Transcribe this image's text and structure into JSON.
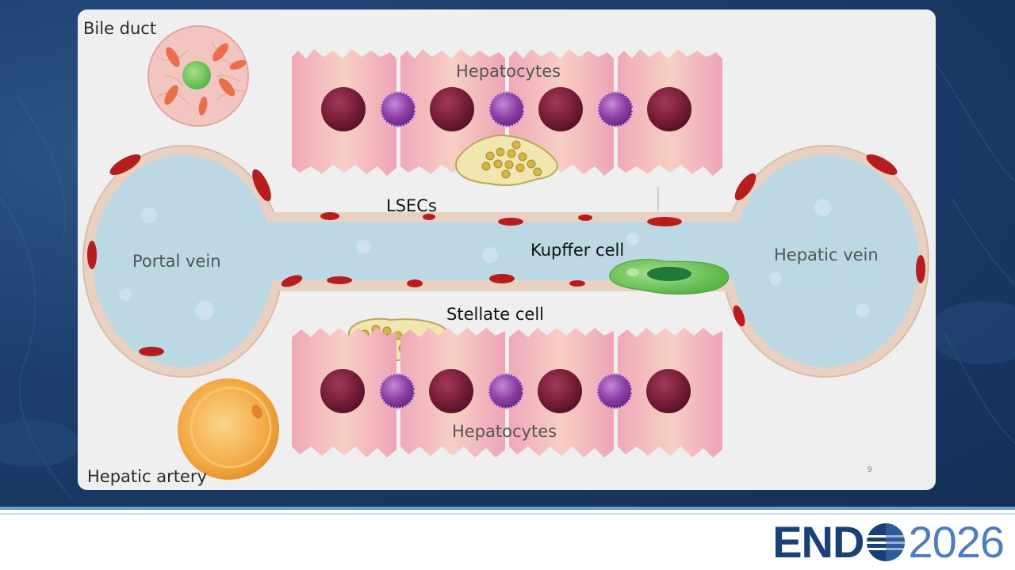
{
  "slide": {
    "labels": {
      "bile_duct": "Bile duct",
      "hepatocytes_top": "Hepatocytes",
      "lsecs": "LSECs",
      "portal_vein": "Portal vein",
      "kupffer_cell": "Kupffer cell",
      "hepatic_vein": "Hepatic vein",
      "stellate_cell": "Stellate cell",
      "hepatocytes_bottom": "Hepatocytes",
      "hepatic_artery": "Hepatic artery"
    },
    "page_number": "9"
  },
  "footer": {
    "logo_left": "END",
    "logo_right": "2026"
  },
  "colors": {
    "background": "#1e3d6b",
    "card": "#efefef",
    "vessel_fill": "#bcd8e3",
    "vessel_wall": "#e8d1c2",
    "endothelial": "#b81d1d",
    "hepatocyte": "#f2b5c4",
    "nucleus": "#7a1f3a",
    "purple_cell": "#9d4fb0",
    "stellate": "#f1e6b0",
    "kupffer": "#8fd46a",
    "artery": "#f0a53e",
    "logo_dark": "#1b3f77",
    "logo_light": "#4d7fbf"
  }
}
